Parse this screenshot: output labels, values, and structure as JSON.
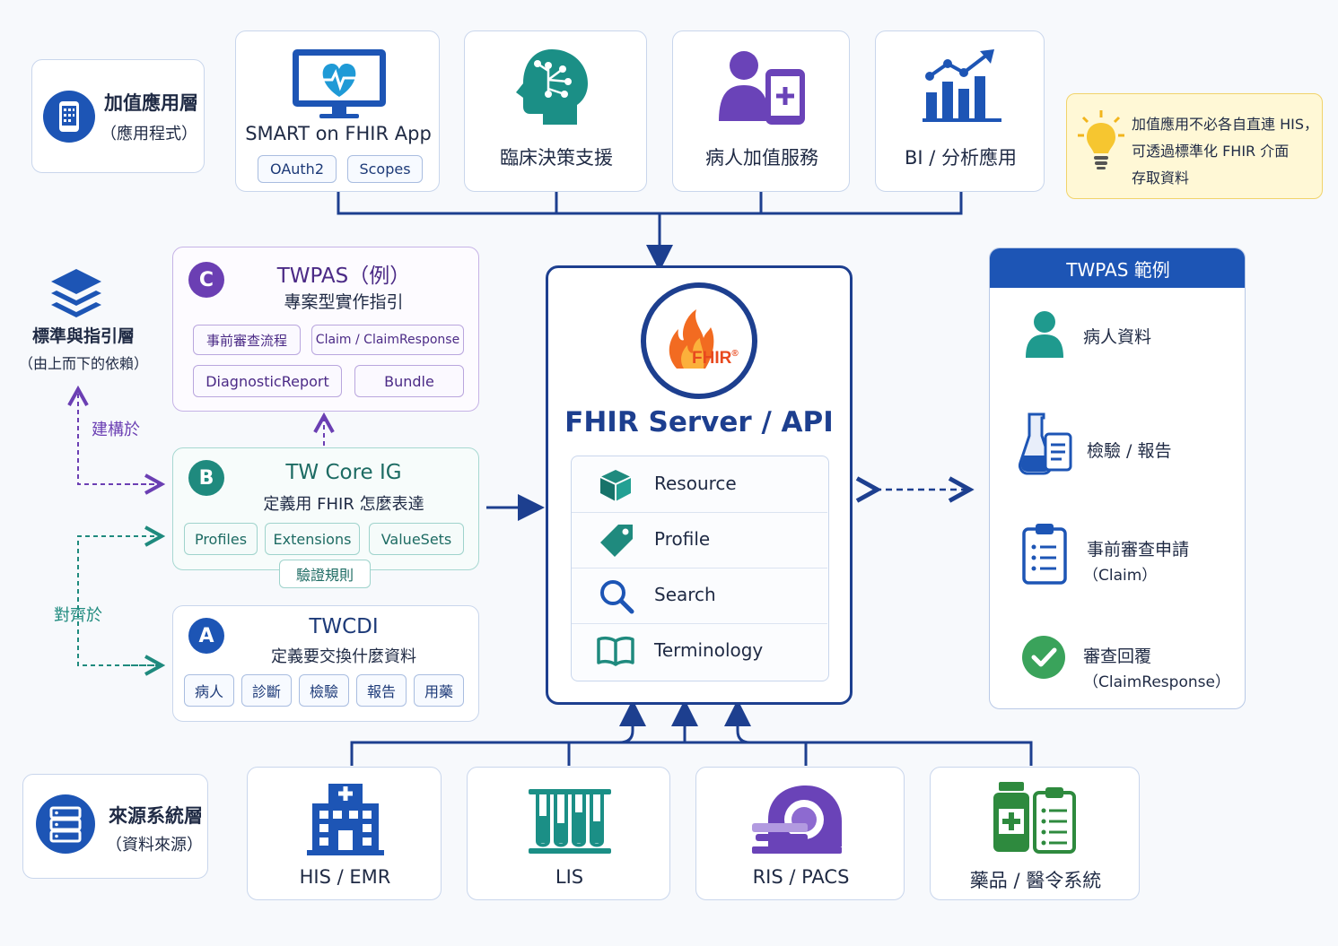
{
  "colors": {
    "navy": "#1d3f8f",
    "blue": "#2f62b8",
    "teal": "#1f8a7e",
    "purple": "#6b3fb3",
    "note_bg": "#fff8d6",
    "note_border": "#f1d36a"
  },
  "app_layer": {
    "title": "加值應用層",
    "subtitle": "（應用程式）",
    "icon": "mobile-phone-icon"
  },
  "apps": [
    {
      "label": "SMART on FHIR App",
      "icon": "monitor-heart-icon",
      "chips": [
        "OAuth2",
        "Scopes"
      ]
    },
    {
      "label": "臨床決策支援",
      "icon": "brain-circuit-icon"
    },
    {
      "label": "病人加值服務",
      "icon": "patient-phone-icon"
    },
    {
      "label": "BI / 分析應用",
      "icon": "bar-chart-icon"
    }
  ],
  "note": {
    "icon": "lightbulb-icon",
    "line1": "加值應用不必各自直連 HIS，",
    "line2": "可透過標準化 FHIR 介面",
    "line3": "存取資料"
  },
  "standards_layer": {
    "title": "標準與指引層",
    "subtitle": "（由上而下的依賴）",
    "icon": "layers-icon",
    "built_on": "建構於",
    "aligned_to": "對齊於"
  },
  "twpas_ig": {
    "badge": "C",
    "title": "TWPAS（例）",
    "subtitle": "專案型實作指引",
    "chips": [
      "事前審查流程",
      "Claim / ClaimResponse",
      "DiagnosticReport",
      "Bundle"
    ]
  },
  "tw_core": {
    "badge": "B",
    "title": "TW Core IG",
    "subtitle": "定義用 FHIR 怎麼表達",
    "chips": [
      "Profiles",
      "Extensions",
      "ValueSets"
    ],
    "validation": "驗證規則"
  },
  "twcdi": {
    "badge": "A",
    "title": "TWCDI",
    "subtitle": "定義要交換什麼資料",
    "chips": [
      "病人",
      "診斷",
      "檢驗",
      "報告",
      "用藥"
    ]
  },
  "server": {
    "logo_text": "FHIR",
    "logo_mark": "®",
    "title": "FHIR Server / API",
    "rows": [
      {
        "label": "Resource",
        "icon": "cube-icon"
      },
      {
        "label": "Profile",
        "icon": "tag-icon"
      },
      {
        "label": "Search",
        "icon": "search-icon"
      },
      {
        "label": "Terminology",
        "icon": "book-icon"
      }
    ]
  },
  "twpas_example": {
    "header": "TWPAS 範例",
    "steps": [
      {
        "label": "病人資料",
        "sub": "",
        "icon": "patient-icon"
      },
      {
        "label": "檢驗 / 報告",
        "sub": "",
        "icon": "lab-report-icon"
      },
      {
        "label": "事前審查申請",
        "sub": "（Claim）",
        "icon": "clipboard-icon"
      },
      {
        "label": "審查回覆",
        "sub": "（ClaimResponse）",
        "icon": "check-circle-icon"
      }
    ]
  },
  "source_layer": {
    "title": "來源系統層",
    "subtitle": "（資料來源）",
    "icon": "server-icon"
  },
  "sources": [
    {
      "label": "HIS / EMR",
      "icon": "hospital-icon"
    },
    {
      "label": "LIS",
      "icon": "test-tubes-icon"
    },
    {
      "label": "RIS / PACS",
      "icon": "mri-scanner-icon"
    },
    {
      "label": "藥品 / 醫令系統",
      "icon": "medicine-orders-icon"
    }
  ]
}
